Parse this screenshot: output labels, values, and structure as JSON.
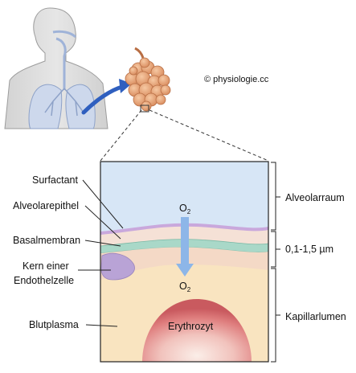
{
  "copyright": "© physiologie.cc",
  "labels": {
    "surfactant": "Surfactant",
    "alveolarepithel": "Alveolarepithel",
    "basalmembran": "Basalmembran",
    "kern_line1": "Kern einer",
    "kern_line2": "Endothelzelle",
    "blutplasma": "Blutplasma",
    "erythrozyt": "Erythrozyt",
    "alveolarraum": "Alveolarraum",
    "dicke": "0,1-1,5 µm",
    "kapillarlumen": "Kapillarlumen"
  },
  "oxygen": {
    "top_main": "O",
    "top_sub": "2",
    "bottom_main": "O",
    "bottom_sub": "2"
  },
  "colors": {
    "alveolar_space": "#d7e6f6",
    "surfactant": "#c9a8dc",
    "epithel": "#f5e1d6",
    "basalmembran": "#a9d8c8",
    "endothel": "#f4d9c6",
    "plasma": "#f9e4c0",
    "nucleus": "#b9a3d6",
    "erythrocyte": "#e07c7c",
    "arrow": "#8db6e8",
    "body_arrow": "#2f5fbf",
    "lung": "#cdd8ec"
  }
}
